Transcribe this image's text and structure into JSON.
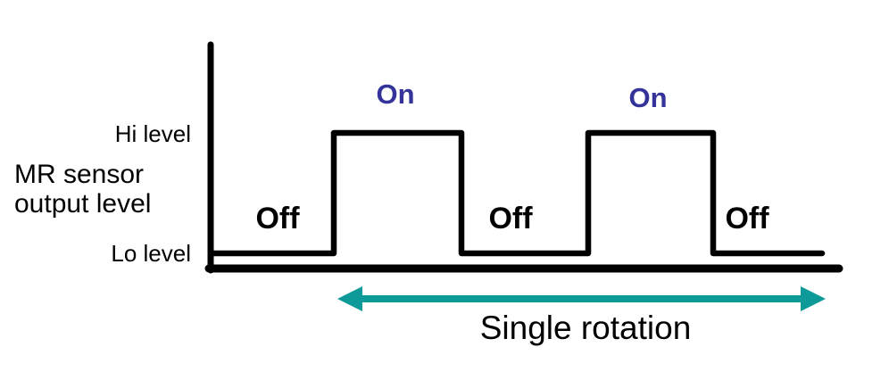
{
  "figure": {
    "background": "#ffffff",
    "y_axis": {
      "hi_level_label": "Hi level",
      "lo_level_label": "Lo level",
      "title_line1": "MR sensor",
      "title_line2": "output level"
    },
    "waveform": {
      "type": "digital-timing",
      "signal_name": "MR sensor output level",
      "states_sequence": [
        "Off",
        "On",
        "Off",
        "On",
        "Off"
      ],
      "on_level": "Hi level",
      "off_level": "Lo level",
      "pulses_per_rotation": 2
    },
    "state_labels": {
      "on": [
        "On",
        "On"
      ],
      "off": [
        "Off",
        "Off",
        "Off"
      ]
    },
    "rotation": {
      "label": "Single rotation"
    },
    "colors": {
      "line": "#000000",
      "on_text": "#333399",
      "off_text": "#000000",
      "rotation_arrow": "#0d9a98",
      "text": "#000000"
    }
  }
}
